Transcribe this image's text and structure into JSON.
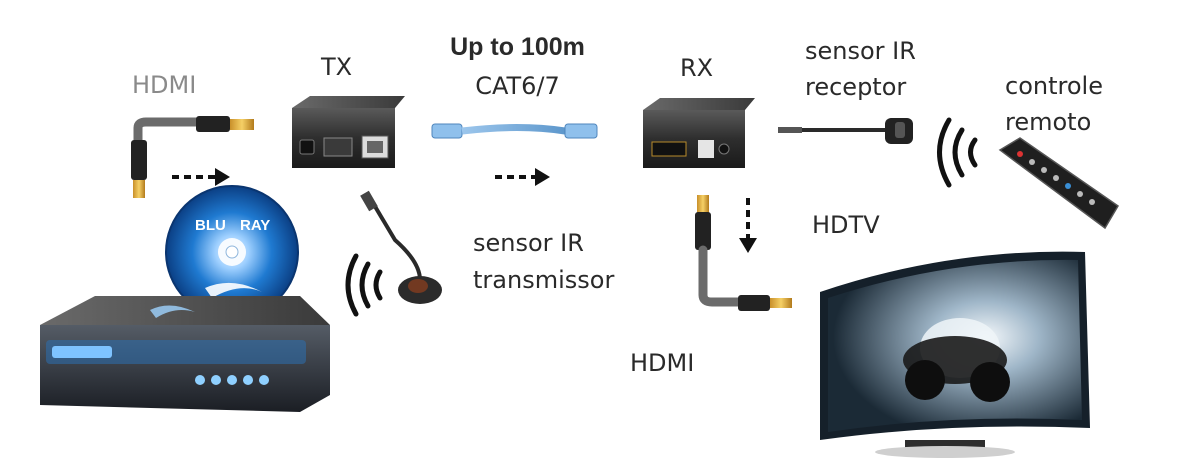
{
  "labels": {
    "hdmi_source": "HDMI",
    "tx": "TX",
    "cable_distance": "Up to 100m",
    "cable_type": "CAT6/7",
    "rx": "RX",
    "sensor_ir_receptor_line1": "sensor IR",
    "sensor_ir_receptor_line2": "receptor",
    "controle_line1": "controle",
    "controle_line2": "remoto",
    "sensor_ir_transmissor_line1": "sensor IR",
    "sensor_ir_transmissor_line2": "transmissor",
    "hdtv": "HDTV",
    "hdmi_output": "HDMI",
    "bluray_text_1": "BLU",
    "bluray_text_2": "RAY"
  },
  "colors": {
    "cable_blue": "#6fa8dc",
    "tv_screen": "#1d2c3a",
    "player_blue": "#3a8fd6"
  }
}
